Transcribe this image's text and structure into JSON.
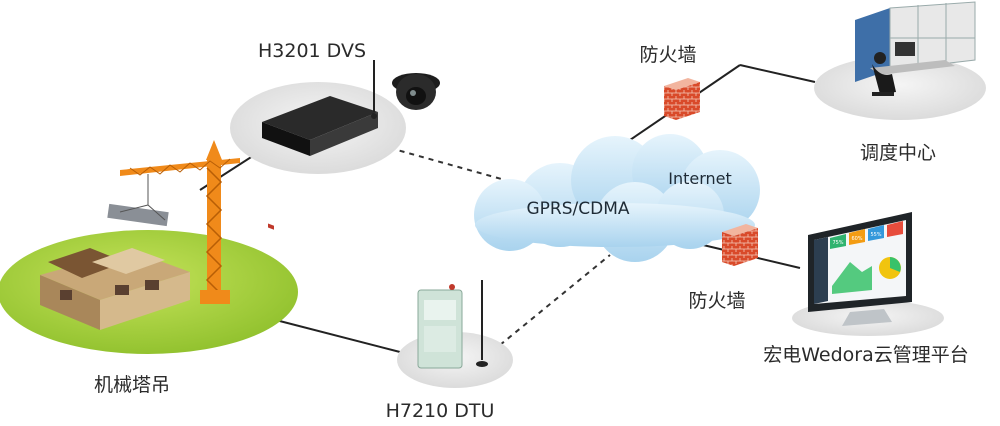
{
  "diagram": {
    "labels": {
      "dvs": "H3201 DVS",
      "dtu": "H7210 DTU",
      "crane": "机械塔吊",
      "cloud_gprs": "GPRS/CDMA",
      "cloud_internet": "Internet",
      "firewall_top": "防火墙",
      "firewall_bottom": "防火墙",
      "dispatch": "调度中心",
      "platform": "宏电Wedora云管理平台"
    },
    "dashboard_tiles": [
      "75%",
      "60%",
      "55%"
    ],
    "colors": {
      "grass": "#a6cf3c",
      "cloud": "#bfe0f4",
      "crane": "#f08a1a",
      "firewall": "#d94a2a",
      "tile_green": "#2fb36f",
      "tile_orange": "#f39c12",
      "tile_blue": "#3498db",
      "tile_red": "#e74c3c",
      "chart_green": "#37c26a",
      "chart_yellow": "#f1c40f"
    }
  }
}
